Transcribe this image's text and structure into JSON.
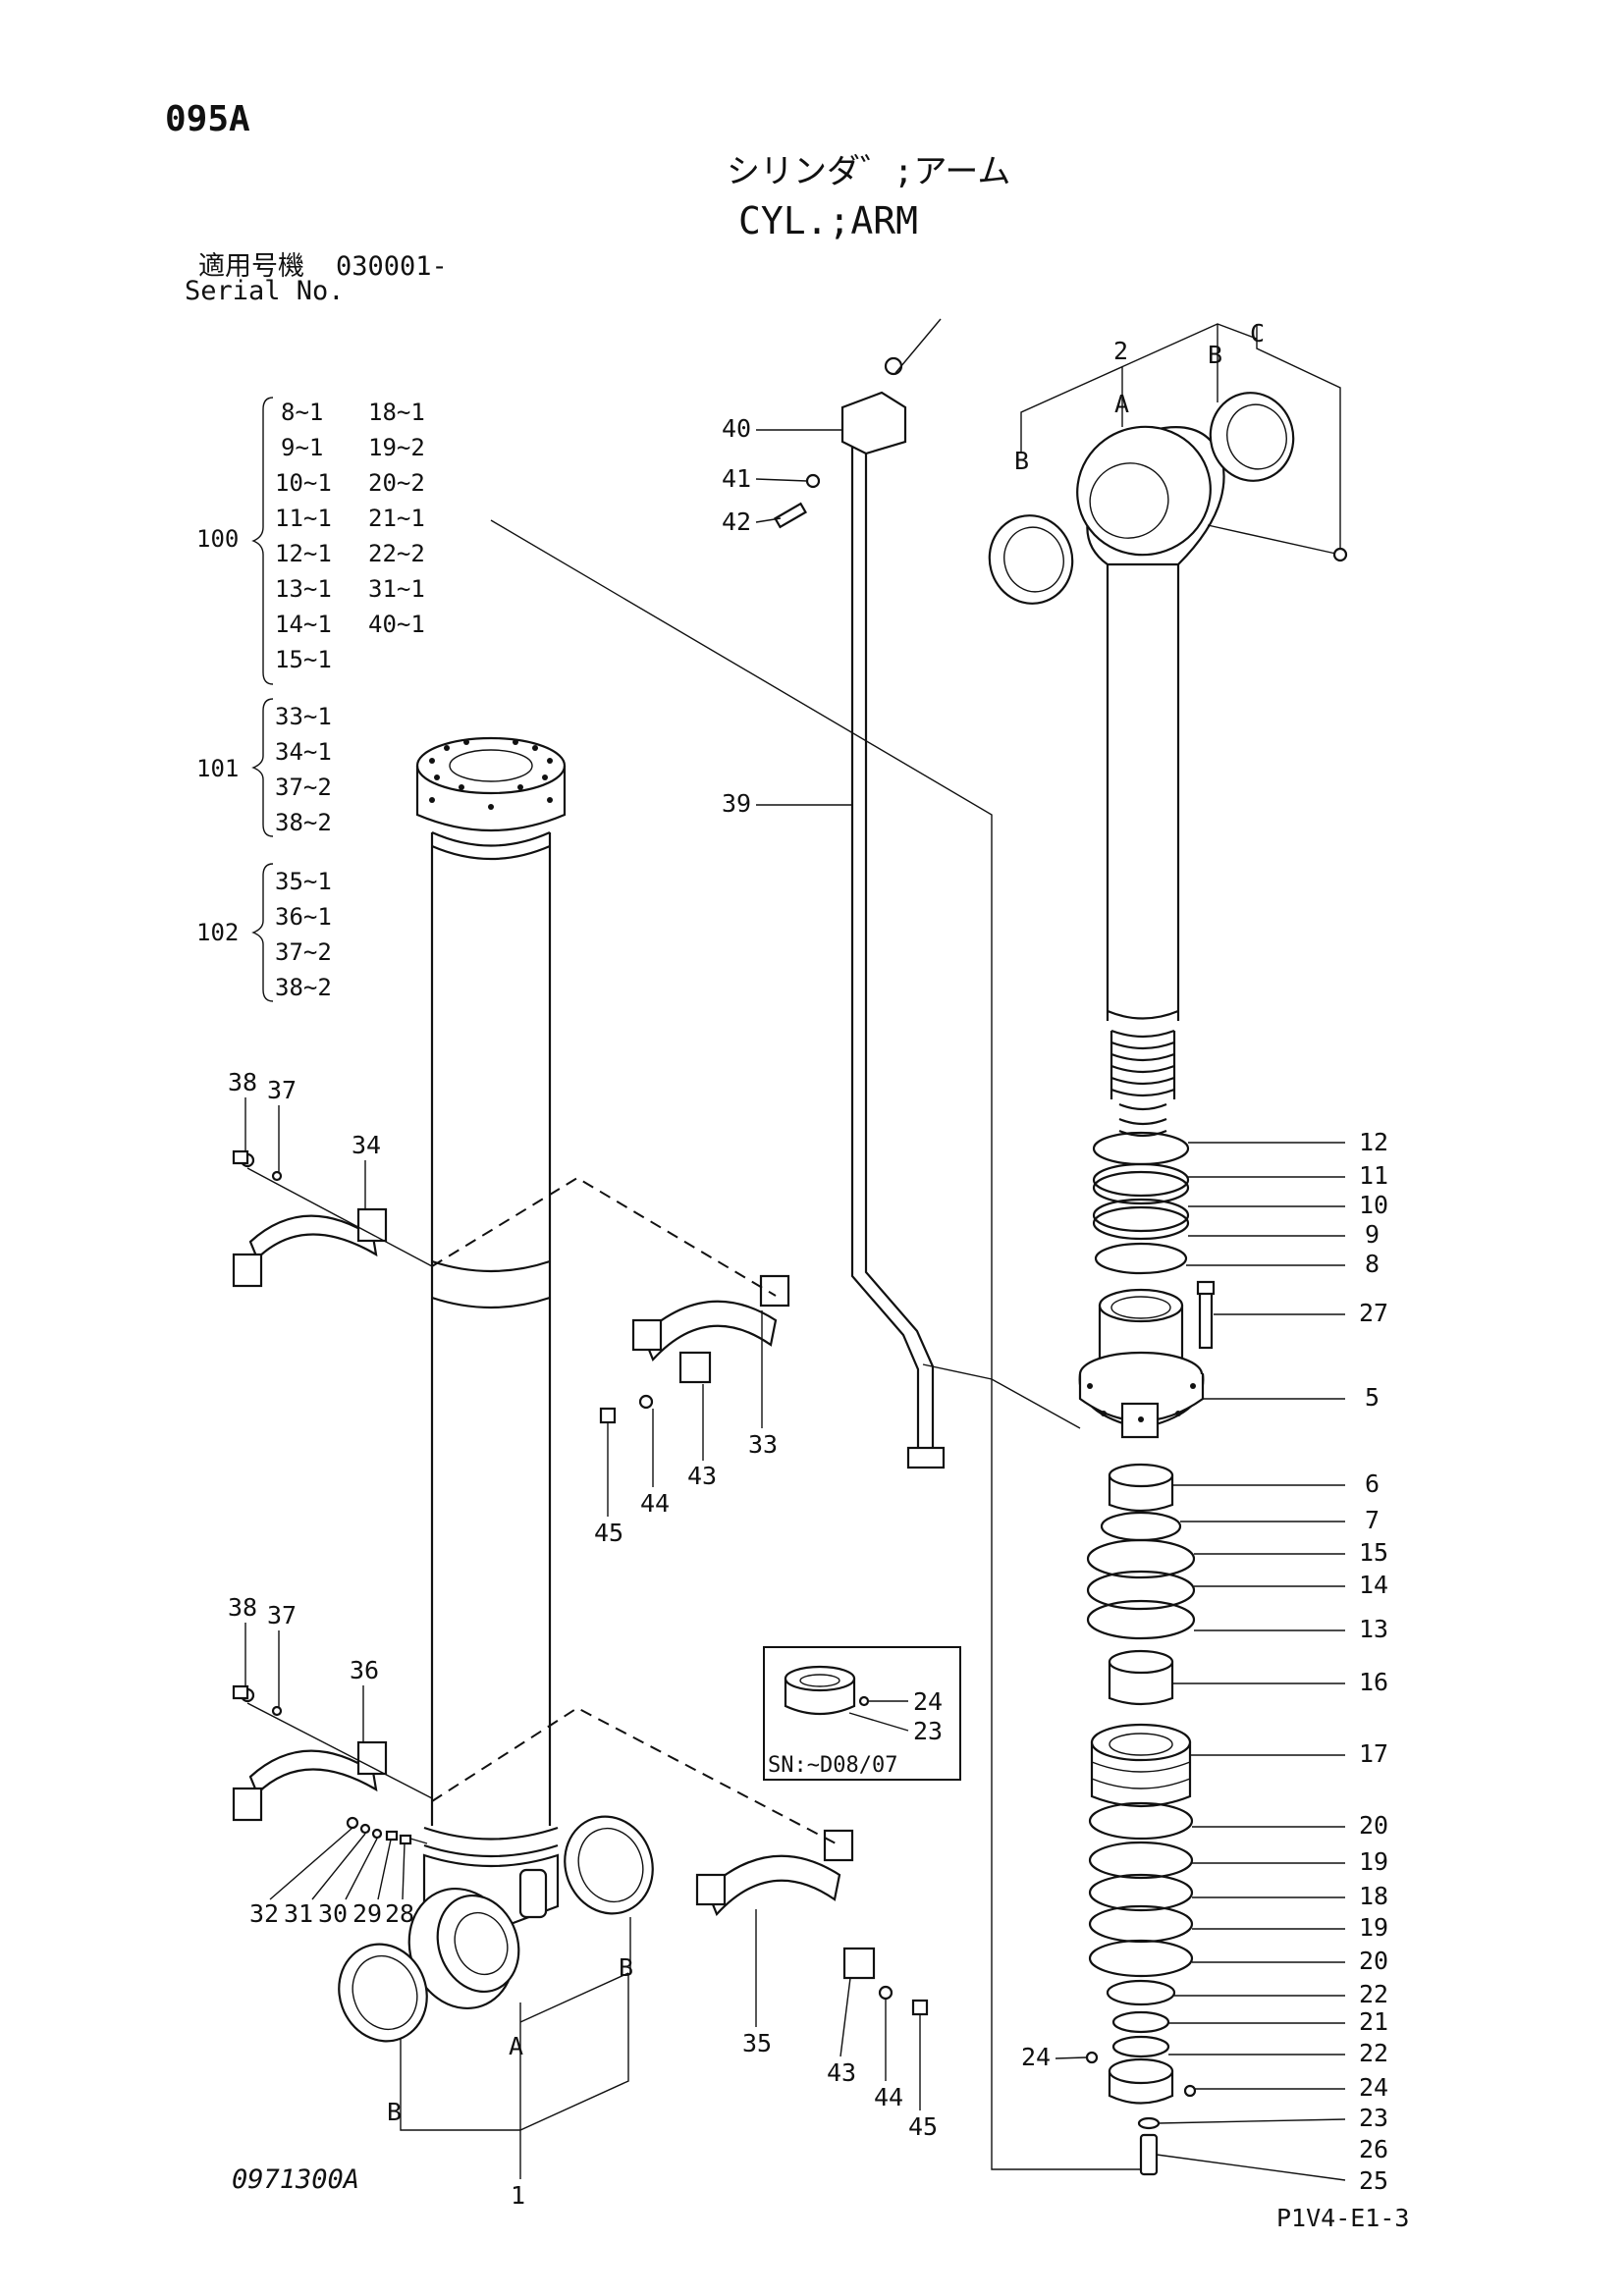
{
  "header": {
    "code": "095A",
    "title_jp": "シリンダ゛;アーム",
    "title_en": "CYL.;ARM",
    "serial_label_jp": "適用号機",
    "serial_value": "030001-",
    "serial_label_en": "Serial No."
  },
  "kits": [
    {
      "id": "100",
      "rows": [
        [
          "8~1",
          "18~1"
        ],
        [
          "9~1",
          "19~2"
        ],
        [
          "10~1",
          "20~2"
        ],
        [
          "11~1",
          "21~1"
        ],
        [
          "12~1",
          "22~2"
        ],
        [
          "13~1",
          "31~1"
        ],
        [
          "14~1",
          "40~1"
        ],
        [
          "15~1",
          ""
        ]
      ]
    },
    {
      "id": "101",
      "rows": [
        [
          "33~1"
        ],
        [
          "34~1"
        ],
        [
          "37~2"
        ],
        [
          "38~2"
        ]
      ]
    },
    {
      "id": "102",
      "rows": [
        [
          "35~1"
        ],
        [
          "36~1"
        ],
        [
          "37~2"
        ],
        [
          "38~2"
        ]
      ]
    }
  ],
  "labels": {
    "p1": "1",
    "p2": "2",
    "A": "A",
    "B": "B",
    "C": "C",
    "p5": "5",
    "p6": "6",
    "p7": "7",
    "p8": "8",
    "p9": "9",
    "p10": "10",
    "p11": "11",
    "p12": "12",
    "p13": "13",
    "p14": "14",
    "p15": "15",
    "p16": "16",
    "p17": "17",
    "p18": "18",
    "p19": "19",
    "p20": "20",
    "p21": "21",
    "p22": "22",
    "p23": "23",
    "p24": "24",
    "p25": "25",
    "p26": "26",
    "p27": "27",
    "p28": "28",
    "p29": "29",
    "p30": "30",
    "p31": "31",
    "p32": "32",
    "p33": "33",
    "p34": "34",
    "p35": "35",
    "p36": "36",
    "p37": "37",
    "p38": "38",
    "p39": "39",
    "p40": "40",
    "p41": "41",
    "p42": "42",
    "p43": "43",
    "p44": "44",
    "p45": "45"
  },
  "inset": {
    "note": "SN:~D08/07"
  },
  "footer": {
    "figure_id": "0971300A",
    "page_id": "P1V4-E1-3"
  }
}
